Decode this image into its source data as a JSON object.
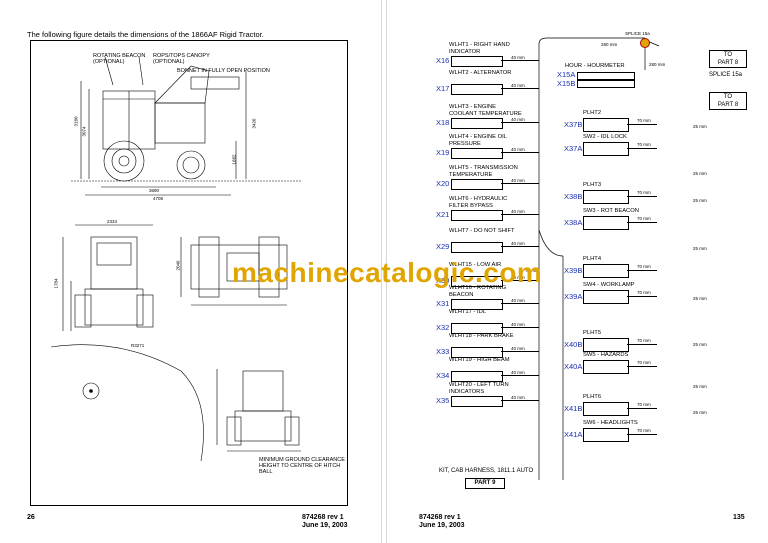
{
  "left": {
    "intro": "The following figure details the dimensions of the 1866AF Rigid Tractor.",
    "callouts": {
      "beacon": "ROTATING BEACON\n(OPTIONAL)",
      "canopy": "ROPS/TOPS CANOPY\n(OPTIONAL)",
      "bonnet": "BONNET IN FULLY OPEN POSITION",
      "clearance": "MINIMUM GROUND CLEARANCE\nHEIGHT TO CENTRE OF HITCH BALL"
    },
    "dims": [
      "3180",
      "3074",
      "3426",
      "1682",
      "3690",
      "4708",
      "2334",
      "2046",
      "1784",
      "R3271"
    ],
    "footer_page": "26",
    "footer_doc": "874268 rev 1",
    "footer_date": "June 19, 2003"
  },
  "watermark": "machinecatalogic.com",
  "right": {
    "splice_top": "SPLICE 15a",
    "splice_label": "SPLICE 15a",
    "to_part_a": "TO\nPART 8",
    "to_part_b": "TO\nPART 8",
    "hour_meter": "HOUR - HOURMETER",
    "dist_280": "280 mm",
    "dist_280b": "280 mm",
    "left_sections": [
      {
        "title": "WLHT1 - RIGHT HAND INDICATOR",
        "conn": "X16",
        "dist": "40 mm"
      },
      {
        "title": "WLHT2 - ALTERNATOR",
        "conn": "X17",
        "dist": "40 mm"
      },
      {
        "title": "WLHT3 - ENGINE COOLANT TEMPERATURE",
        "conn": "X18",
        "dist": "40 mm"
      },
      {
        "title": "WLHT4 - ENGINE OIL PRESSURE",
        "conn": "X19",
        "dist": "40 mm"
      },
      {
        "title": "WLHT5 - TRANSMISSION TEMPERATURE",
        "conn": "X20",
        "dist": "40 mm"
      },
      {
        "title": "WLHT6 - HYDRAULIC FILTER BYPASS",
        "conn": "X21",
        "dist": "40 mm"
      },
      {
        "title": "WLHT7 - DO NOT SHIFT",
        "conn": "X29",
        "dist": "40 mm"
      },
      {
        "title": "WLHT15 - LOW AIR",
        "conn": "X30",
        "dist": "40 mm"
      },
      {
        "title": "WLHT16 - ROTATING BEACON",
        "conn": "X31",
        "dist": "40 mm"
      },
      {
        "title": "WLHT17 - IDL",
        "conn": "X32",
        "dist": "40 mm"
      },
      {
        "title": "WLHT18 - PARK BRAKE",
        "conn": "X33",
        "dist": "40 mm"
      },
      {
        "title": "WLHT19 - HIGH BEAM",
        "conn": "X34",
        "dist": "40 mm"
      },
      {
        "title": "WLHT20 - LEFT TURN INDICATORS",
        "conn": "X35",
        "dist": "40 mm"
      }
    ],
    "hour_conns": [
      {
        "conn": "X15A"
      },
      {
        "conn": "X15B"
      }
    ],
    "right_sections": [
      {
        "title": "PLHT2",
        "conn": "X37B",
        "dist": "70 mm"
      },
      {
        "title": "SW2 - IDL LOCK",
        "conn": "X37A",
        "dist": "70 mm"
      },
      {
        "title": "PLHT3",
        "conn": "X38B",
        "dist": "70 mm"
      },
      {
        "title": "SW3 - ROT BEACON",
        "conn": "X38A",
        "dist": "70 mm"
      },
      {
        "title": "PLHT4",
        "conn": "X39B",
        "dist": "70 mm"
      },
      {
        "title": "SW4 - WORKLAMP",
        "conn": "X39A",
        "dist": "70 mm"
      },
      {
        "title": "PLHT5",
        "conn": "X40B",
        "dist": "70 mm"
      },
      {
        "title": "SW5 - HAZARDS",
        "conn": "X40A",
        "dist": "70 mm"
      },
      {
        "title": "PLHT6",
        "conn": "X41B",
        "dist": "70 mm"
      },
      {
        "title": "SW6 - HEADLIGHTS",
        "conn": "X41A",
        "dist": "70 mm"
      }
    ],
    "spacing": [
      "25 mm",
      "25 mm",
      "25 mm",
      "25 mm",
      "75 mm",
      "25 mm",
      "25 mm",
      "25 mm",
      "25 mm"
    ],
    "kit": "KIT, CAB HARNESS, 1811.1 AUTO",
    "part": "PART 9",
    "footer_doc": "874268 rev 1",
    "footer_date": "June 19, 2003",
    "footer_page": "135"
  }
}
